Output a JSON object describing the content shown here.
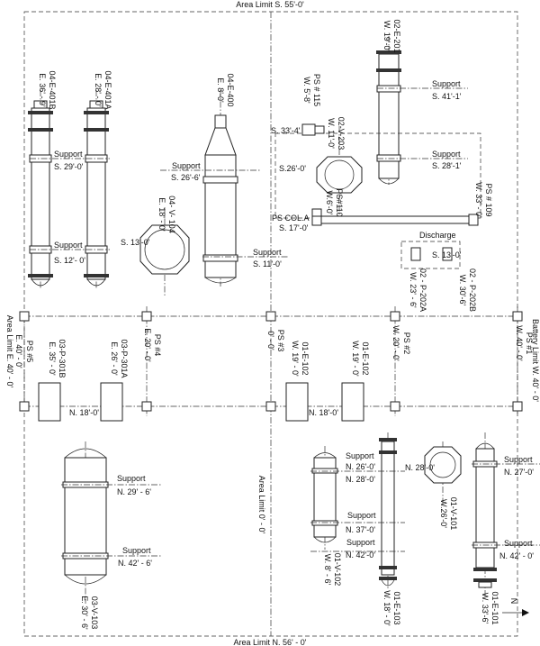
{
  "area_limits": {
    "top": "Area Limit  S. 55'-0'",
    "bottom": "Area Limit N. 56' - 0'",
    "left": "Area Limit E. 40' - 0'",
    "right": "Battery Limit  W. 40' - 0'",
    "middle": "Area Limit 0' - 0'"
  },
  "grid_labels": {
    "ps5": {
      "name": "PS #5",
      "coord": "E. 40' - 0'"
    },
    "ps4": {
      "name": "PS #4",
      "coord": "E. 20' - 0'"
    },
    "ps3": {
      "name": "PS #3",
      "coord": "0' - 0'"
    },
    "ps2": {
      "name": "PS #2",
      "coord": "W. 20' - 0'"
    },
    "ps1": {
      "name": "PS #1",
      "coord": "W. 40' - 0'"
    }
  },
  "equipment": {
    "e401b": {
      "tag": "04-E-401B",
      "coord": "E. 36' - 9'"
    },
    "e401a": {
      "tag": "04-E-401A",
      "coord": "E. 28' - 0'"
    },
    "e400": {
      "tag": "04-E-400",
      "coord": "E. 8'-0'"
    },
    "v104": {
      "tag": "04- V- 104",
      "coord": "E. 18' - 0'"
    },
    "e201": {
      "tag": "02-E-201",
      "coord": "W. 19'-0'"
    },
    "v203": {
      "tag": "02-V-203",
      "coord": "W. 11'-0'"
    },
    "ps115": {
      "tag": "PS # 115",
      "coord": "W. 5'-8'"
    },
    "ps110": {
      "tag": "PS#110",
      "coord": "W.6'-0'"
    },
    "ps109": {
      "tag": "PS # 109",
      "coord": "W. 33' - 0'"
    },
    "p202a": {
      "tag": "02 - P-202A",
      "coord": "W. 23' - 6'"
    },
    "p202b": {
      "tag": "02 - P-202B",
      "coord": "W. 30'-6'"
    },
    "p301b": {
      "tag": "03-P-301B",
      "coord": "E. 35' - 0'"
    },
    "p301a": {
      "tag": "03-P-301A",
      "coord": "E. 26' - 0'"
    },
    "e102_1": {
      "tag": "01-E-102",
      "coord": "W. 19' - 0'"
    },
    "e102_2": {
      "tag": "01-E-102",
      "coord": "W. 19' - 0'"
    },
    "v103": {
      "tag": "03-V-103",
      "coord": "E. 30' - 6'"
    },
    "v102": {
      "tag": "01-V-102",
      "coord": "W. 8' - 6'"
    },
    "e103": {
      "tag": "01-E-103",
      "coord": "W. 18' - 0'"
    },
    "v101": {
      "tag": "01-V-101",
      "coord": "W.26'-0'"
    },
    "e101": {
      "tag": "01-E-101",
      "coord": "W. 33'-6'"
    }
  },
  "annotations": {
    "s29": {
      "support": "Support",
      "dim": "S. 29'-0'"
    },
    "s12": {
      "support": "Support",
      "dim": "S. 12'- 0'"
    },
    "s26_6": {
      "support": "Support",
      "dim": "S. 26'-6'"
    },
    "s13": {
      "dim": "S. 13'-0'"
    },
    "s11": {
      "support": "Support",
      "dim": "S. 11'-0'"
    },
    "s41": {
      "support": "Support",
      "dim": "S. 41'-1'"
    },
    "s28_1": {
      "support": "Support",
      "dim": "S. 28'-1'"
    },
    "s33_4": {
      "dim": "S. 33'-4'"
    },
    "s26_0": {
      "dim": "S.26'-0'"
    },
    "pscola": {
      "name": "PS COL.A",
      "dim": "S. 17'-0'"
    },
    "discharge": {
      "name": "Discharge",
      "dim": "S. 13'-0'"
    },
    "n18_left": {
      "dim": "N. 18'-0'"
    },
    "n18_mid": {
      "dim": "N. 18'-0'"
    },
    "n29_6": {
      "support": "Support",
      "dim": "N. 29' - 6'"
    },
    "n42_6": {
      "support": "Support",
      "dim": "N. 42' - 6'"
    },
    "n26": {
      "support": "Support",
      "dim": "N. 26'-0'"
    },
    "n28": {
      "dim": "N. 28'-0'"
    },
    "n28v": {
      "dim": "N. 28'-0'"
    },
    "n37": {
      "support": "Support",
      "dim": "N. 37'-0'"
    },
    "n42_0": {
      "support": "Support",
      "dim": "N. 42'-0'"
    },
    "n27": {
      "support": "Support",
      "dim": "N. 27'-0'"
    },
    "n42_r": {
      "support": "Support",
      "dim": "N. 42' - 0'"
    },
    "north": {
      "text": "N"
    }
  }
}
